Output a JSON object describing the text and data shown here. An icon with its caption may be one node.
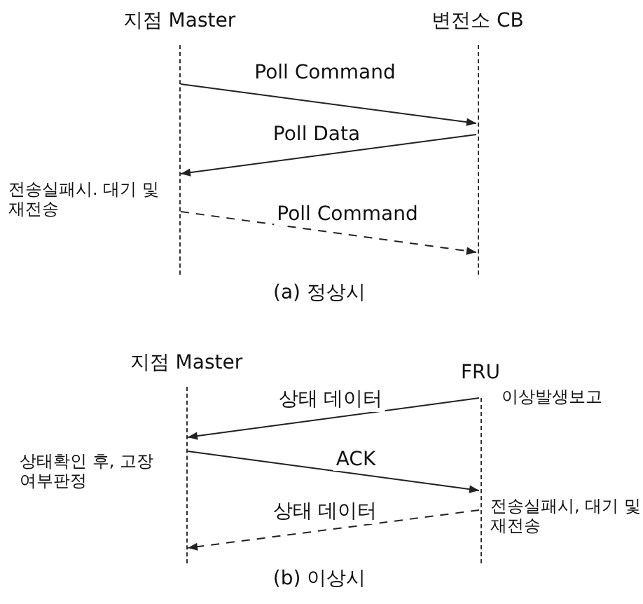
{
  "diagram": {
    "nodes": [
      {
        "text": [
          "지점 Master"
        ]
      },
      {
        "text": [
          "변전소 CB"
        ]
      },
      {
        "text": [
          "지점 Master"
        ]
      },
      {
        "text": [
          "FRU"
        ]
      }
    ],
    "edges": [
      {
        "from": 0,
        "to": 1,
        "arrow": "to",
        "label": "Poll Command"
      },
      {
        "from": 1,
        "to": 0,
        "arrow": "to",
        "label": "Poll Data"
      },
      {
        "from": 0,
        "to": 1,
        "arrow": "to",
        "label": "Poll Command",
        "style": "dashed"
      },
      {
        "from": 3,
        "to": 2,
        "arrow": "to",
        "label": "상태 데이터"
      },
      {
        "from": 2,
        "to": 3,
        "arrow": "to",
        "label": "ACK"
      },
      {
        "from": 3,
        "to": 2,
        "arrow": "to",
        "label": "상태 데이터",
        "style": "dashed"
      }
    ],
    "labels": [
      "전송실패시. 대기 및 재전송",
      "(a) 정상시",
      "이상발생보고",
      "상태확인 후, 고장여부판정",
      "전송실패시, 대기 및 재전송",
      "(b) 이상시"
    ]
  }
}
